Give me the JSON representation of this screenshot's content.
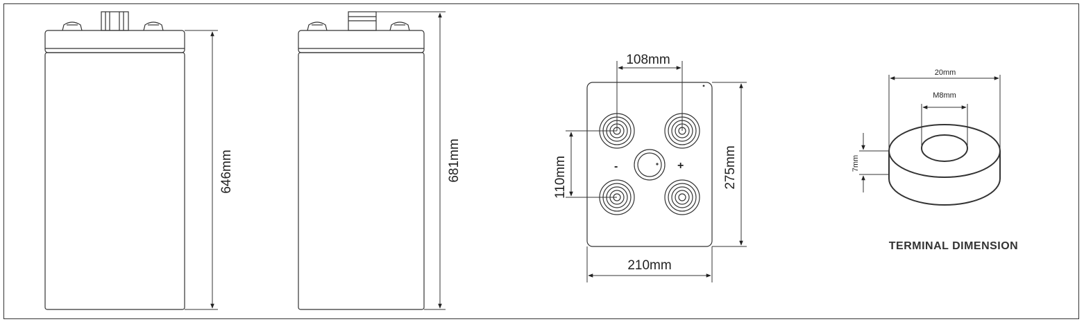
{
  "drawing": {
    "front_height_label": "646mm",
    "side_height_label": "681mm",
    "top_view": {
      "terminal_spacing_x_label": "108mm",
      "terminal_spacing_y_label": "110mm",
      "width_label": "210mm",
      "depth_label": "275mm",
      "negative_sign": "-",
      "positive_sign": "+"
    },
    "terminal": {
      "outer_diameter_label": "20mm",
      "thread_label": "M8mm",
      "height_label": "7mm",
      "caption": "TERMINAL DIMENSION"
    }
  }
}
